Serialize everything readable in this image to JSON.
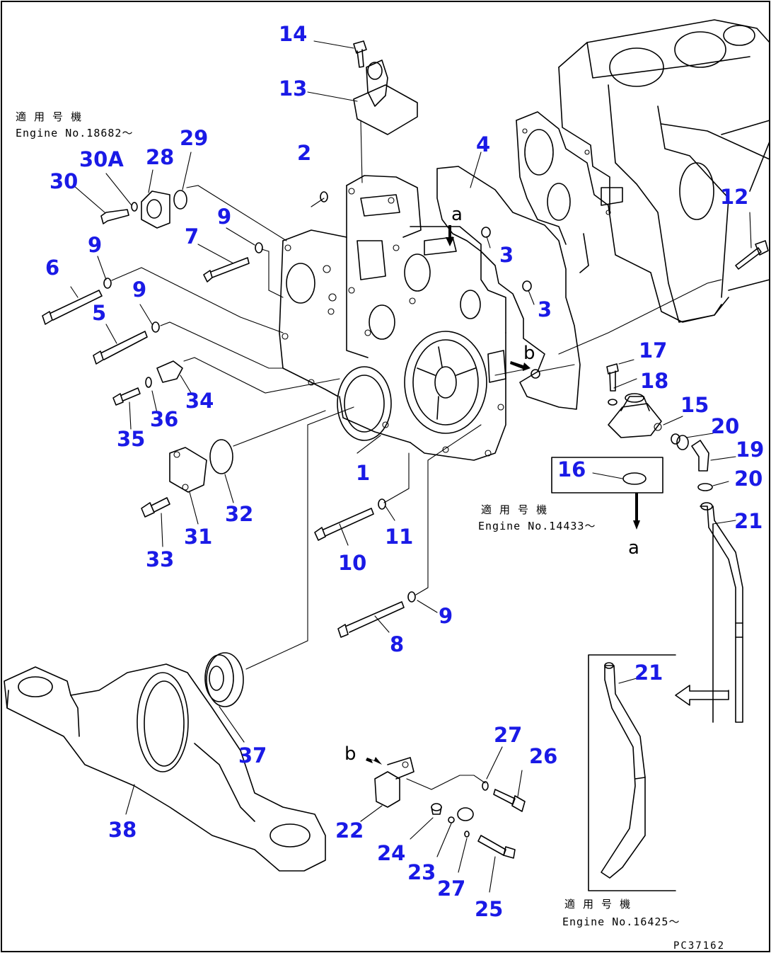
{
  "notes": {
    "top_left_jp": "適 用 号 機",
    "top_left_en": "Engine No.18682～",
    "mid_right_jp": "適 用 号 機",
    "mid_right_en": "Engine No.14433～",
    "bottom_right_jp": "適 用 号 機",
    "bottom_right_en": "Engine No.16425～"
  },
  "figure_code": "PC37162",
  "letters": {
    "a_top": "a",
    "a_bottom": "a",
    "b_mid": "b",
    "b_bottom": "b"
  },
  "parts": [
    {
      "key": "p14",
      "text": "14"
    },
    {
      "key": "p13",
      "text": "13"
    },
    {
      "key": "p29",
      "text": "29"
    },
    {
      "key": "p30a",
      "text": "30A"
    },
    {
      "key": "p28",
      "text": "28"
    },
    {
      "key": "p30",
      "text": "30"
    },
    {
      "key": "p2",
      "text": "2"
    },
    {
      "key": "p4",
      "text": "4"
    },
    {
      "key": "p12",
      "text": "12"
    },
    {
      "key": "p9a",
      "text": "9"
    },
    {
      "key": "p7",
      "text": "7"
    },
    {
      "key": "p9b",
      "text": "9"
    },
    {
      "key": "p6",
      "text": "6"
    },
    {
      "key": "p3a",
      "text": "3"
    },
    {
      "key": "p9c",
      "text": "9"
    },
    {
      "key": "p5",
      "text": "5"
    },
    {
      "key": "p3b",
      "text": "3"
    },
    {
      "key": "p17",
      "text": "17"
    },
    {
      "key": "p18",
      "text": "18"
    },
    {
      "key": "p34",
      "text": "34"
    },
    {
      "key": "p36",
      "text": "36"
    },
    {
      "key": "p35",
      "text": "35"
    },
    {
      "key": "p15",
      "text": "15"
    },
    {
      "key": "p20a",
      "text": "20"
    },
    {
      "key": "p19",
      "text": "19"
    },
    {
      "key": "p16",
      "text": "16"
    },
    {
      "key": "p20b",
      "text": "20"
    },
    {
      "key": "p1",
      "text": "1"
    },
    {
      "key": "p32",
      "text": "32"
    },
    {
      "key": "p21a",
      "text": "21"
    },
    {
      "key": "p11",
      "text": "11"
    },
    {
      "key": "p31",
      "text": "31"
    },
    {
      "key": "p33",
      "text": "33"
    },
    {
      "key": "p10",
      "text": "10"
    },
    {
      "key": "p9d",
      "text": "9"
    },
    {
      "key": "p8",
      "text": "8"
    },
    {
      "key": "p21b",
      "text": "21"
    },
    {
      "key": "p27a",
      "text": "27"
    },
    {
      "key": "p26",
      "text": "26"
    },
    {
      "key": "p37",
      "text": "37"
    },
    {
      "key": "p38",
      "text": "38"
    },
    {
      "key": "p22",
      "text": "22"
    },
    {
      "key": "p24",
      "text": "24"
    },
    {
      "key": "p23",
      "text": "23"
    },
    {
      "key": "p27b",
      "text": "27"
    },
    {
      "key": "p25",
      "text": "25"
    }
  ]
}
